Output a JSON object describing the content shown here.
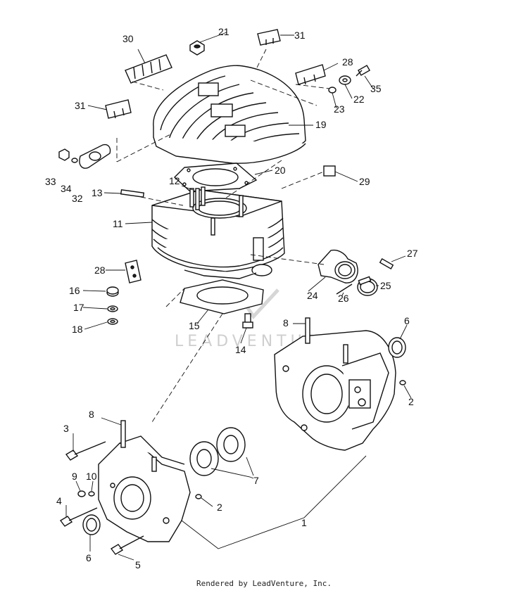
{
  "diagram": {
    "callouts": {
      "c1": "1",
      "c2a": "2",
      "c2b": "2",
      "c3": "3",
      "c4": "4",
      "c5": "5",
      "c6a": "6",
      "c6b": "6",
      "c7": "7",
      "c8a": "8",
      "c8b": "8",
      "c9": "9",
      "c10": "10",
      "c11": "11",
      "c12": "12",
      "c13": "13",
      "c14": "14",
      "c15": "15",
      "c16": "16",
      "c17": "17",
      "c18": "18",
      "c19": "19",
      "c20": "20",
      "c21": "21",
      "c22": "22",
      "c23": "23",
      "c24": "24",
      "c25": "25",
      "c26": "26",
      "c27": "27",
      "c28a": "28",
      "c28b": "28",
      "c29": "29",
      "c30": "30",
      "c31a": "31",
      "c31b": "31",
      "c32": "32",
      "c33": "33",
      "c34": "34",
      "c35": "35"
    },
    "watermark": "LEADVENTURE"
  },
  "footer": {
    "text": "Rendered by LeadVenture, Inc."
  }
}
